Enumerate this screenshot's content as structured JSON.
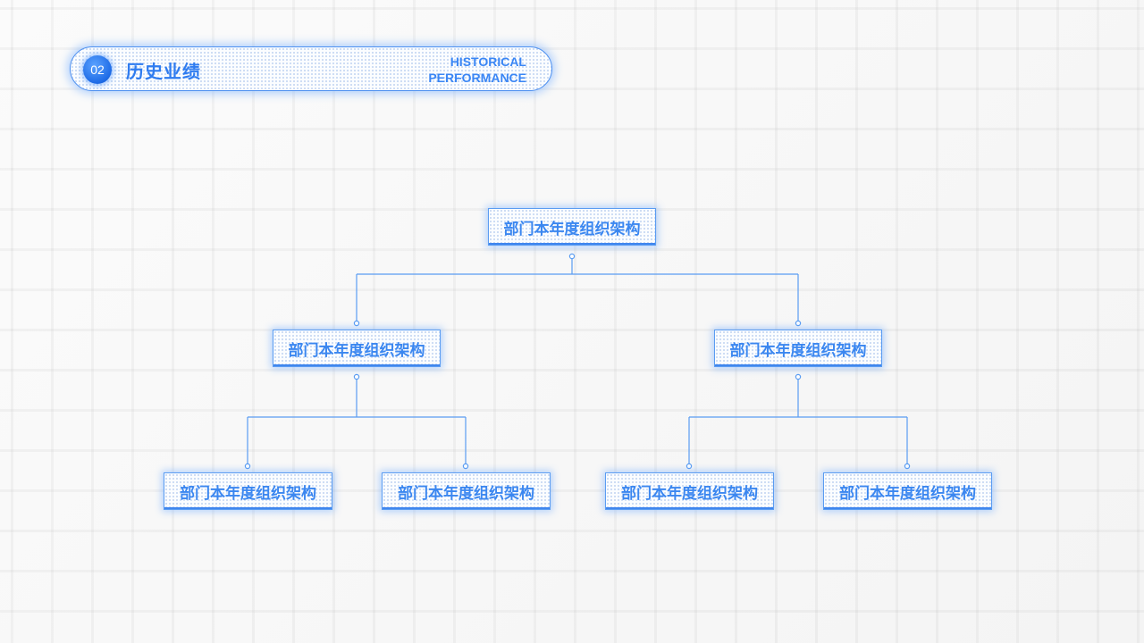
{
  "header": {
    "number": "02",
    "title": "历史业绩",
    "subtitle_line1": "HISTORICAL",
    "subtitle_line2": "PERFORMANCE"
  },
  "org_chart": {
    "root": {
      "label": "部门本年度组织架构"
    },
    "level2": [
      {
        "label": "部门本年度组织架构"
      },
      {
        "label": "部门本年度组织架构"
      }
    ],
    "level3": [
      {
        "label": "部门本年度组织架构"
      },
      {
        "label": "部门本年度组织架构"
      },
      {
        "label": "部门本年度组织架构"
      },
      {
        "label": "部门本年度组织架构"
      }
    ]
  },
  "colors": {
    "accent": "#3b87f0",
    "line": "#5a9cf2",
    "background": "#f7f7f7"
  }
}
